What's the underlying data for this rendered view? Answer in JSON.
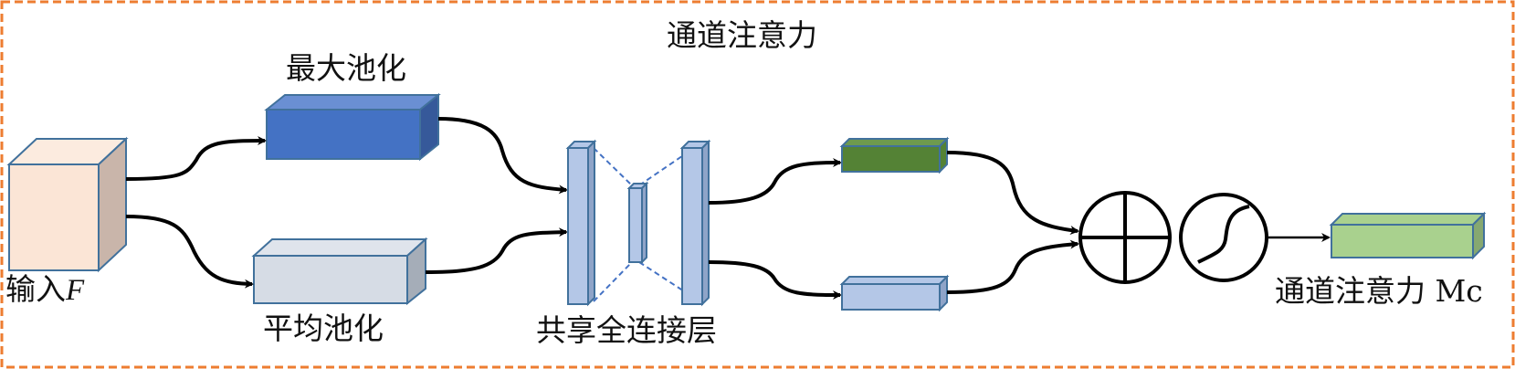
{
  "title": "通道注意力",
  "colors": {
    "border": "#ED7D31",
    "outline": "#41719C",
    "input_front": "#FBE5D6",
    "input_top": "#FCEBDF",
    "input_side": "#C9B5AA",
    "maxpool_front": "#4472C4",
    "maxpool_top": "#6A8FD3",
    "maxpool_side": "#36599A",
    "avgpool_front": "#D6DCE5",
    "avgpool_top": "#DFE4EC",
    "avgpool_side": "#A5ADB8",
    "fc": "#B4C7E7",
    "fc_side": "#8FA4C8",
    "green_dark": "#548235",
    "green_dark_top": "#6E9A4E",
    "green_light": "#A9D18E",
    "green_light_side": "#86A870",
    "arrow": "#000000"
  },
  "nodes": {
    "input": {
      "label_main": "输入",
      "label_var": "F"
    },
    "max_pool": {
      "label": "最大池化"
    },
    "avg_pool": {
      "label": "平均池化"
    },
    "shared_fc": {
      "label": "共享全连接层"
    },
    "add_op": {
      "symbol": "⊕",
      "name": "element-wise sum"
    },
    "sigmoid_op": {
      "name": "sigmoid"
    },
    "output": {
      "label": "通道注意力 Mc"
    }
  }
}
